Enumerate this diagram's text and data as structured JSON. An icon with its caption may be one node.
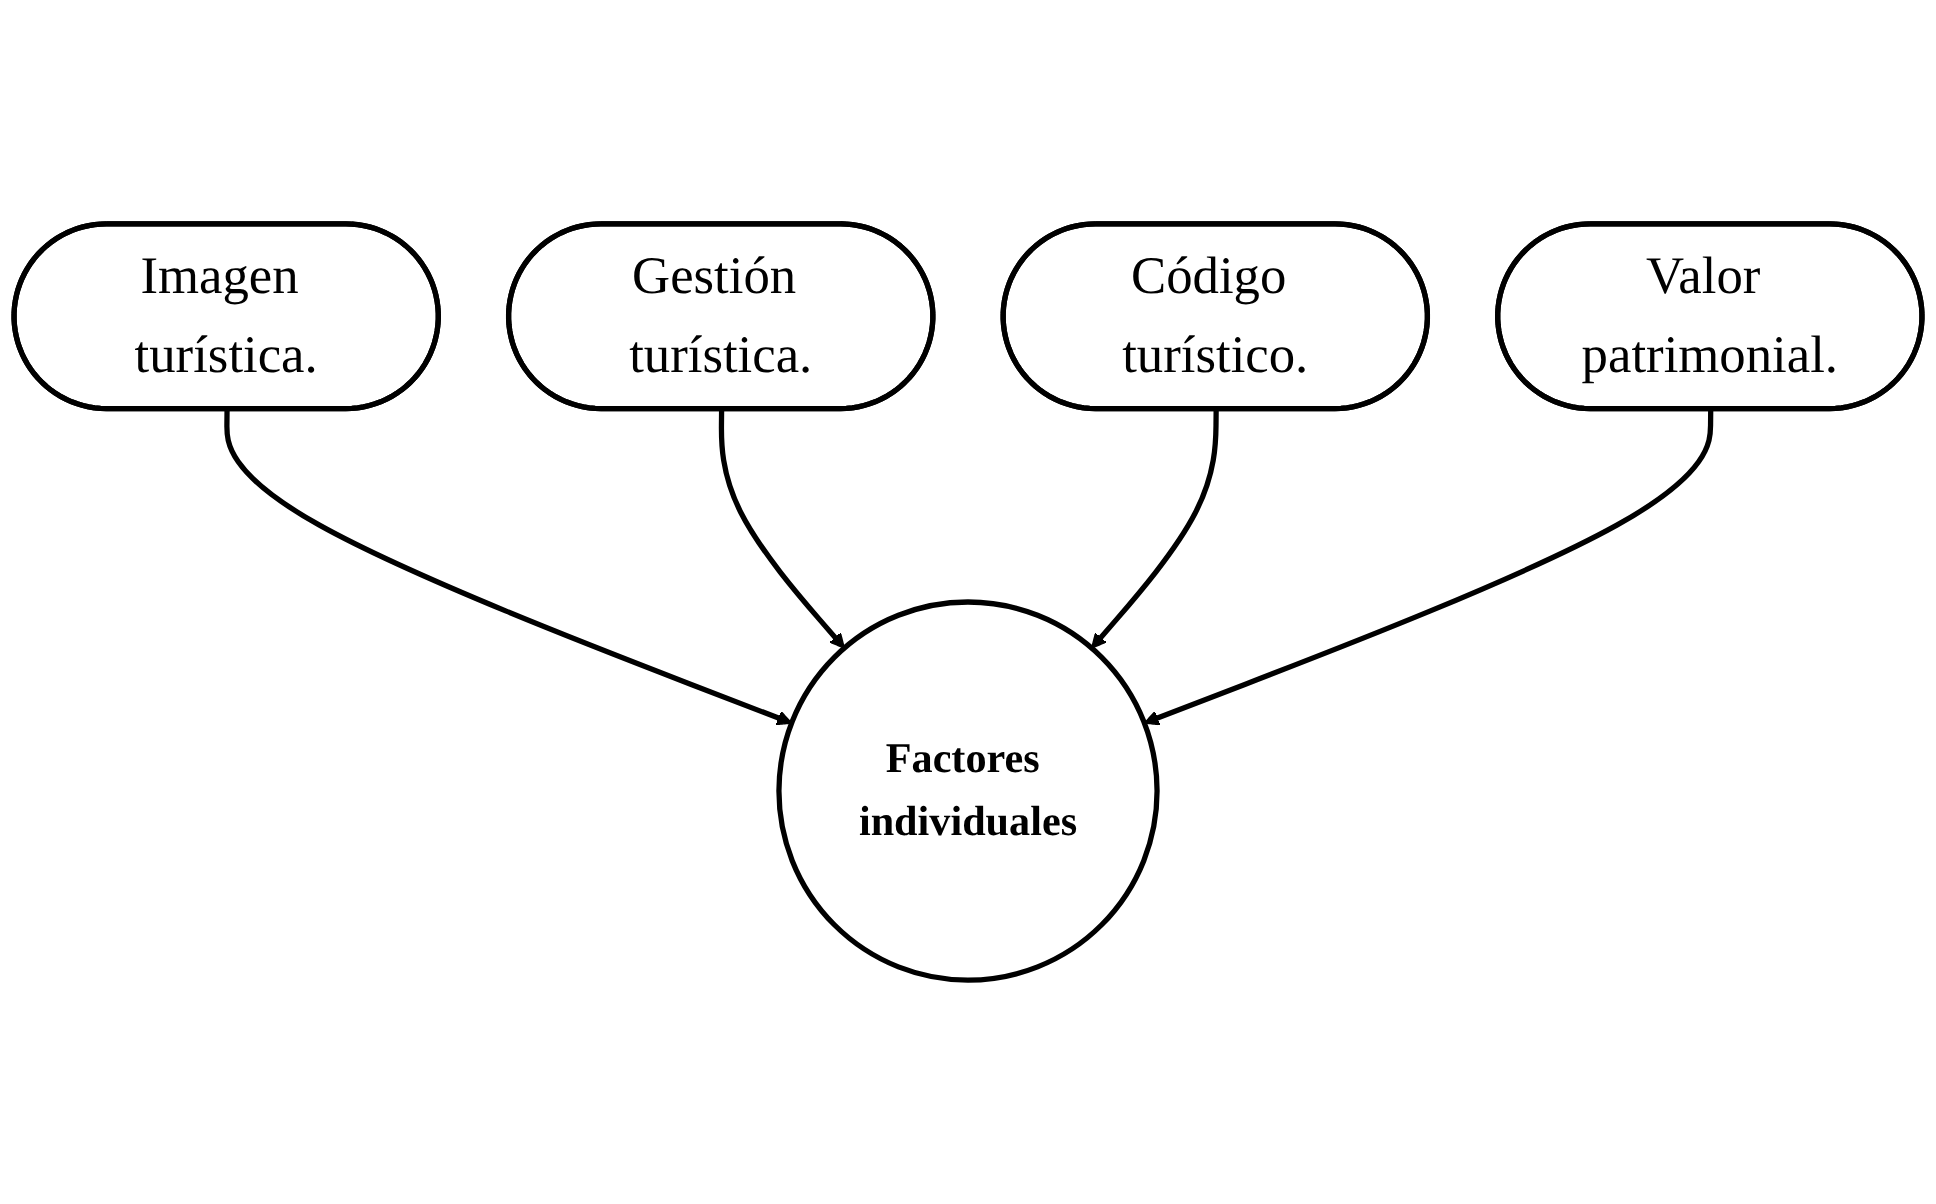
{
  "diagram": {
    "nodes": [
      {
        "text": [
          "Imagen turística."
        ]
      },
      {
        "text": [
          "Gestión turística."
        ]
      },
      {
        "text": [
          "Factores individuales"
        ]
      },
      {
        "text": [
          "Código turístico."
        ]
      },
      {
        "text": [
          "Valor patrimonial."
        ]
      }
    ],
    "edges": [
      {
        "from": 0,
        "to": 2,
        "arrow": "to"
      },
      {
        "from": 1,
        "to": 2,
        "arrow": "to"
      },
      {
        "from": 3,
        "to": 2,
        "arrow": "to"
      },
      {
        "from": 4,
        "to": 2,
        "arrow": "to"
      }
    ]
  }
}
